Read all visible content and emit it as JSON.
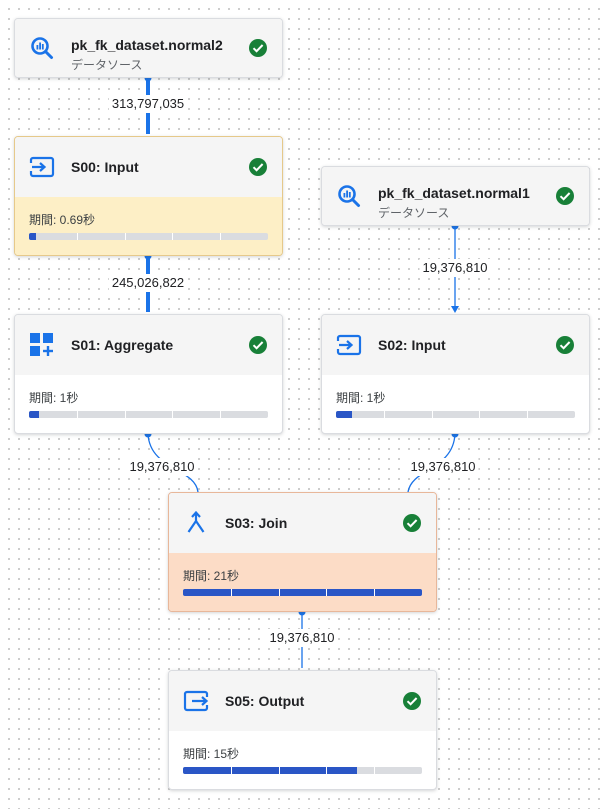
{
  "colors": {
    "accent": "#1a73e8",
    "success": "#188038",
    "bar_fill": "#2a56c6",
    "bar_track": "#dadce0",
    "highlight_yellow": "#fdefc6",
    "highlight_orange": "#fcdcc6"
  },
  "nodes": {
    "src2": {
      "title": "pk_fk_dataset.normal2",
      "subtitle": "データソース",
      "icon": "bigquery-icon",
      "status": "check-circle-icon"
    },
    "src1": {
      "title": "pk_fk_dataset.normal1",
      "subtitle": "データソース",
      "icon": "bigquery-icon",
      "status": "check-circle-icon"
    },
    "s00": {
      "title": "S00: Input",
      "icon": "input-icon",
      "status": "check-circle-icon",
      "duration_label": "期間: ",
      "duration_value": "0.69秒",
      "progress": 0.03,
      "highlight": "yellow"
    },
    "s01": {
      "title": "S01: Aggregate",
      "icon": "aggregate-icon",
      "status": "check-circle-icon",
      "duration_label": "期間: ",
      "duration_value": "1秒",
      "progress": 0.04,
      "highlight": "none"
    },
    "s02": {
      "title": "S02: Input",
      "icon": "input-icon",
      "status": "check-circle-icon",
      "duration_label": "期間: ",
      "duration_value": "1秒",
      "progress": 0.065,
      "highlight": "none"
    },
    "s03": {
      "title": "S03: Join",
      "icon": "merge-icon",
      "status": "check-circle-icon",
      "duration_label": "期間: ",
      "duration_value": "21秒",
      "progress": 1.0,
      "highlight": "orange"
    },
    "s05": {
      "title": "S05: Output",
      "icon": "output-icon",
      "status": "check-circle-icon",
      "duration_label": "期間: ",
      "duration_value": "15秒",
      "progress": 0.73,
      "highlight": "none"
    }
  },
  "edges": [
    {
      "from": "src2",
      "to": "s00",
      "label": "313,797,035",
      "weight": "thick"
    },
    {
      "from": "s00",
      "to": "s01",
      "label": "245,026,822",
      "weight": "thick"
    },
    {
      "from": "src1",
      "to": "s02",
      "label": "19,376,810",
      "weight": "thin"
    },
    {
      "from": "s01",
      "to": "s03",
      "label": "19,376,810",
      "weight": "thin"
    },
    {
      "from": "s02",
      "to": "s03",
      "label": "19,376,810",
      "weight": "thin"
    },
    {
      "from": "s03",
      "to": "s05",
      "label": "19,376,810",
      "weight": "thin"
    }
  ]
}
